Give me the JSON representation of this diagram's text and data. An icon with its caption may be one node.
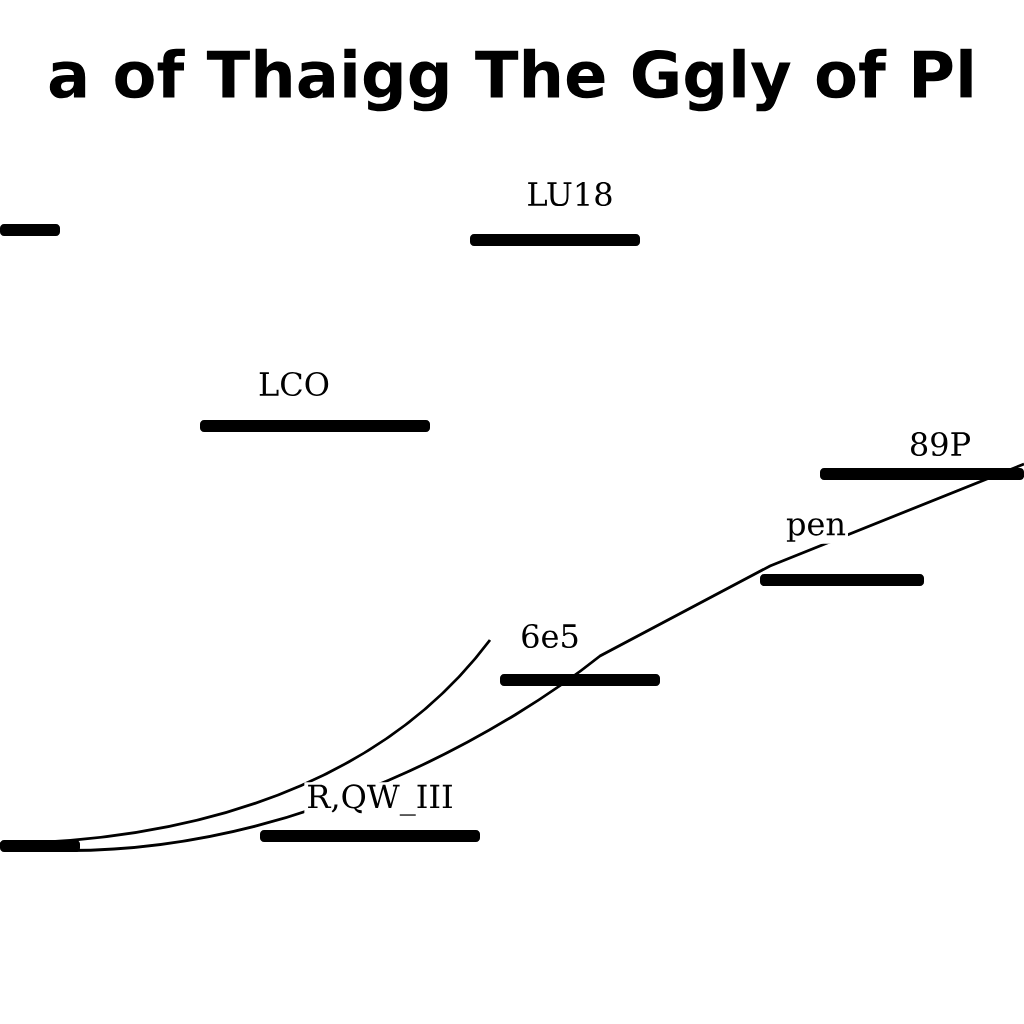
{
  "diagram": {
    "title": "a of Thaigg The Ggly of Pl",
    "labels": [
      "LU18",
      "LCO",
      "89P",
      "pen",
      "6e5",
      "R,QW_III"
    ]
  }
}
